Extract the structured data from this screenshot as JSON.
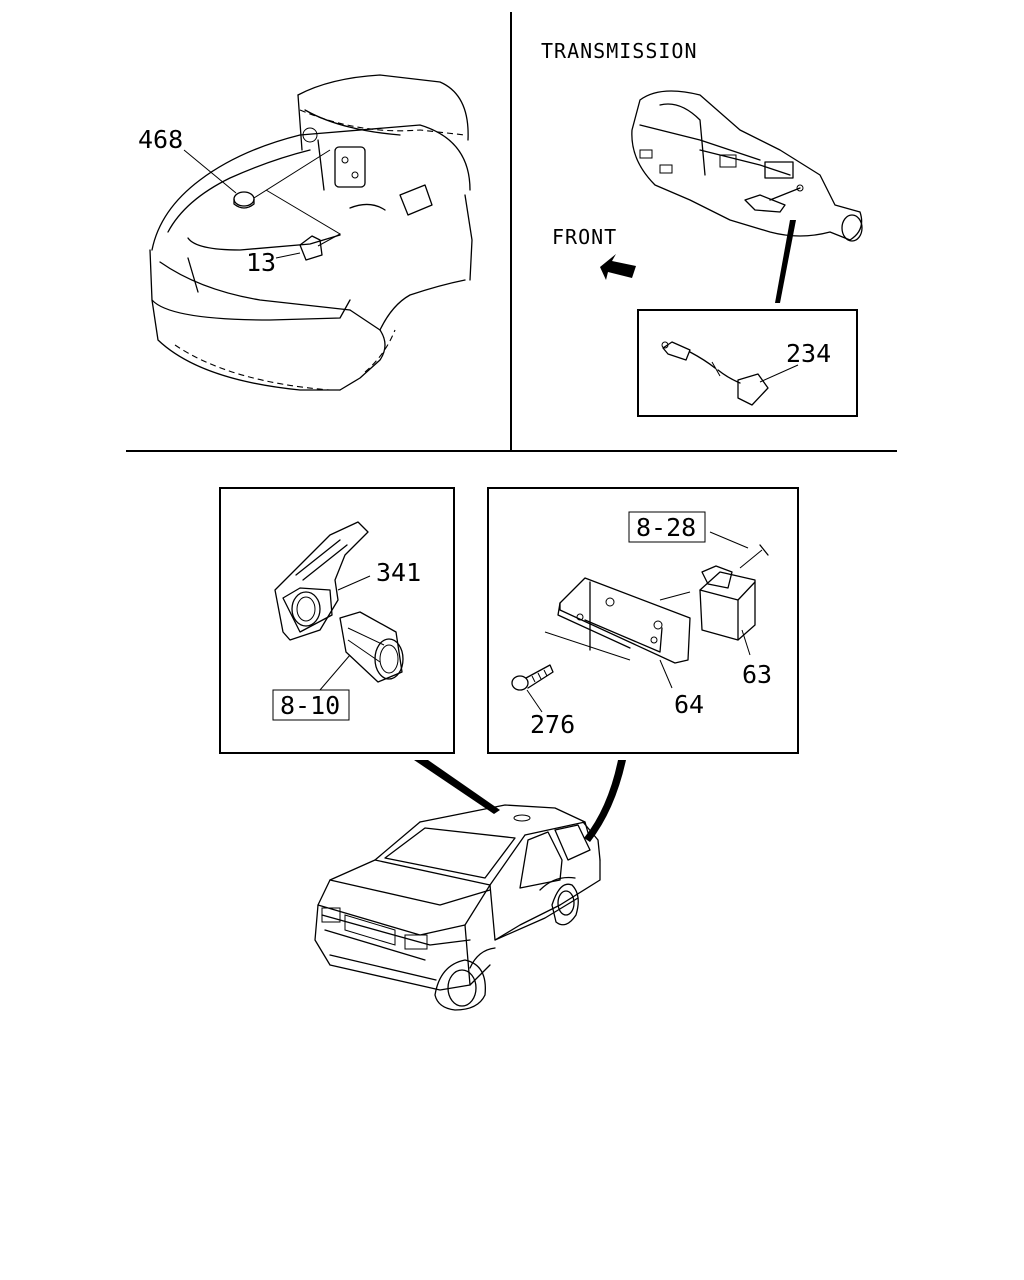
{
  "caption_transmission": "TRANSMISSION",
  "caption_front": "FRONT",
  "callouts": {
    "c468": "468",
    "c13": "13",
    "c234": "234",
    "c341": "341",
    "c8_10": "8-10",
    "c8_28": "8-28",
    "c63": "63",
    "c64": "64",
    "c276": "276"
  }
}
